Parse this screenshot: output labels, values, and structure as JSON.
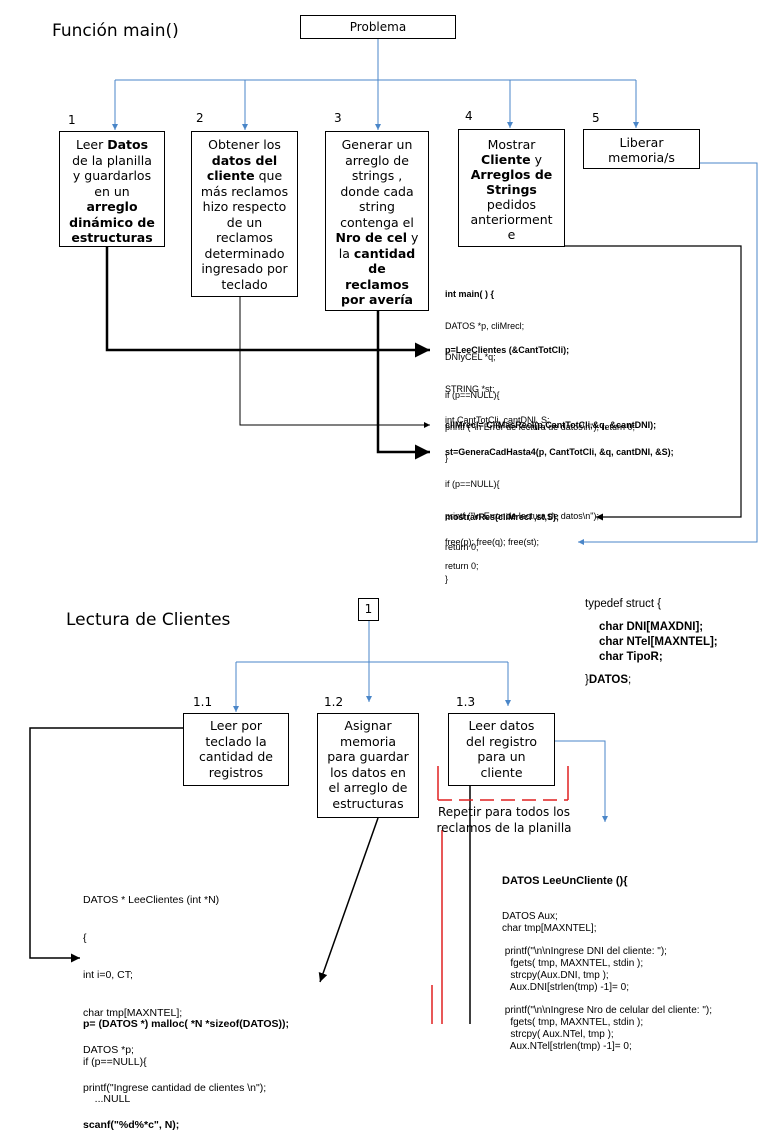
{
  "section1": {
    "title": "Función main()",
    "problem": "Problema",
    "steps": [
      {
        "num": "1",
        "lines": [
          [
            "Leer ",
            "Datos"
          ],
          [
            "de la planilla"
          ],
          [
            "y guardarlos"
          ],
          [
            "en un"
          ],
          [
            "",
            "arreglo"
          ],
          [
            "",
            "dinámico de"
          ],
          [
            "",
            "estructuras"
          ]
        ]
      },
      {
        "num": "2",
        "lines": [
          [
            "Obtener los"
          ],
          [
            "",
            "datos del"
          ],
          [
            "",
            "cliente",
            " que"
          ],
          [
            "más reclamos"
          ],
          [
            "hizo respecto"
          ],
          [
            "de un"
          ],
          [
            "reclamos"
          ],
          [
            "determinado"
          ],
          [
            "ingresado por"
          ],
          [
            "teclado"
          ]
        ]
      },
      {
        "num": "3",
        "lines": [
          [
            "Generar un"
          ],
          [
            "arreglo de"
          ],
          [
            "strings ,"
          ],
          [
            "donde cada"
          ],
          [
            "string"
          ],
          [
            "contenga el"
          ],
          [
            "",
            "Nro de cel",
            " y"
          ],
          [
            "la ",
            "cantidad"
          ],
          [
            "",
            "de"
          ],
          [
            "",
            "reclamos"
          ],
          [
            "",
            "por avería"
          ]
        ]
      },
      {
        "num": "4",
        "lines": [
          [
            "Mostrar"
          ],
          [
            "",
            "Cliente",
            " y"
          ],
          [
            "",
            "Arreglos de"
          ],
          [
            "",
            "Strings"
          ],
          [
            "pedidos"
          ],
          [
            "anteriorment"
          ],
          [
            "e"
          ]
        ]
      },
      {
        "num": "5",
        "lines": [
          [
            "Liberar"
          ],
          [
            "memoria/s"
          ]
        ]
      }
    ],
    "code": {
      "decl": [
        "int main( ) {",
        "DATOS *p, cliMrecl;",
        "DNIyCEL *q;",
        "STRING *st;",
        "int CantTotCli, cantDNI, S;"
      ],
      "lee": "p=LeeClientes (&CantTotCli);",
      "check1": [
        "if (p==NULL){",
        "printf (\"\\n Error de lectura de datos\\n\"); return 0;",
        "}"
      ],
      "climas": "cliMrecl= CliMasRecl(p,CantTotCli,&q, &cantDNI);",
      "genera": "st=GeneraCadHasta4(p, CantTotCli, &q, cantDNI, &S);",
      "check2": [
        "if (p==NULL){",
        "printf (\"\\n Error de lectura de datos\\n\");",
        "return 0;",
        "}"
      ],
      "mostrar": "mostrarRes(cliMrecl ,st,S);",
      "free": "free(p); free(q); free(st);",
      "ret": "return 0;"
    }
  },
  "section2": {
    "title": "Lectura de Clientes",
    "root": "1",
    "steps": [
      {
        "num": "1.1",
        "lines": [
          "Leer por",
          "teclado la",
          "cantidad de",
          "registros"
        ]
      },
      {
        "num": "1.2",
        "lines": [
          "Asignar",
          "memoria",
          "para guardar",
          "los datos en",
          "el arreglo de",
          "estructuras"
        ]
      },
      {
        "num": "1.3",
        "lines": [
          "Leer datos",
          "del registro",
          "para un",
          "cliente"
        ]
      }
    ],
    "repeat": [
      "Repetir para todos los",
      "reclamos de la planilla"
    ],
    "typedef": {
      "open": "typedef struct {",
      "fields": [
        "char DNI[MAXDNI];",
        "char NTel[MAXNTEL];",
        "char TipoR;"
      ],
      "close_pre": "}",
      "close_name": "DATOS",
      "close_post": ";"
    },
    "leeclientes": {
      "lines": [
        "DATOS * LeeClientes (int *N)",
        "{",
        "int i=0, CT;",
        "char tmp[MAXNTEL];",
        "DATOS *p;",
        "printf(\"Ingrese cantidad de clientes \\n\");"
      ],
      "scanf": "scanf(\"%d%*c\", N);",
      "malloc": "p= (DATOS *) malloc( *N *sizeof(DATOS));",
      "tail": [
        "if (p==NULL){",
        "    ...NULL"
      ]
    },
    "leeuno": {
      "head": "DATOS LeeUnCliente (){",
      "lines": [
        "DATOS Aux;",
        "char tmp[MAXNTEL];",
        "",
        " printf(\"\\n\\nIngrese DNI del cliente: \");",
        "   fgets( tmp, MAXNTEL, stdin );",
        "   strcpy(Aux.DNI, tmp );",
        "   Aux.DNI[strlen(tmp) -1]= 0;",
        "",
        " printf(\"\\n\\nIngrese Nro de celular del cliente: \");",
        "   fgets( tmp, MAXNTEL, stdin );",
        "   strcpy( Aux.NTel, tmp );",
        "   Aux.NTel[strlen(tmp) -1]= 0;"
      ]
    }
  }
}
